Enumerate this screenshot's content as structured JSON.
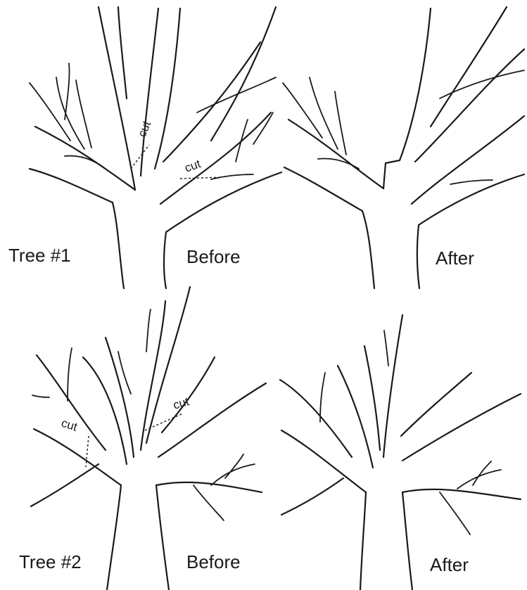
{
  "panels": {
    "tree1": {
      "name": "Tree #1",
      "before": "Before",
      "after": "After",
      "cut_a": "cut",
      "cut_b": "cut"
    },
    "tree2": {
      "name": "Tree #2",
      "before": "Before",
      "after": "After",
      "cut_a": "cut",
      "cut_b": "cut"
    }
  },
  "colors": {
    "ink": "#1a1a1a",
    "background": "#ffffff"
  }
}
